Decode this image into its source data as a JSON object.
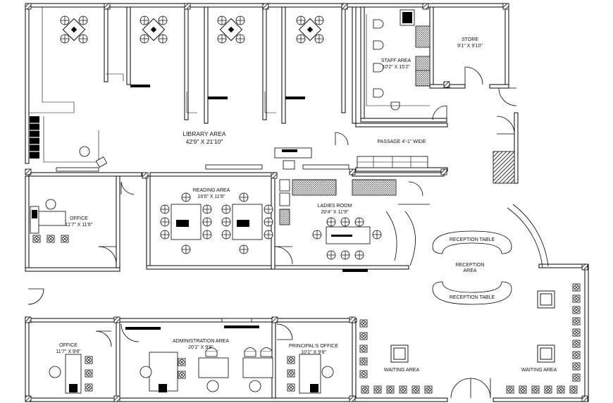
{
  "rooms": {
    "library": {
      "name": "LIBRARY AREA",
      "dims": "42'9\" X 21'10\""
    },
    "store": {
      "name": "STORE",
      "dims": "9'1\" X 9'10\""
    },
    "staff": {
      "name": "STAFF AREA",
      "dims": "10'2\" X 15'2\""
    },
    "passage": {
      "name": "PASSAGE 4'-1\" WIDE"
    },
    "reading": {
      "name": "READING AREA",
      "dims": "16'0\" X 11'6\""
    },
    "ladies": {
      "name": "LADIES ROOM",
      "dims": "20'4\" X 11'9\""
    },
    "office_top": {
      "name": "OFFICE",
      "dims": "11'7\" X 11'6\""
    },
    "office_bottom": {
      "name": "OFFICE",
      "dims": "11'7\" X 9'8\""
    },
    "admin": {
      "name": "ADMINISTRATION AREA",
      "dims": "20'1\" X 9'8\""
    },
    "principal": {
      "name": "PRINCIPAL'S OFFICE",
      "dims": "10'1\" X 9'8\""
    },
    "reception": {
      "name": "RECEPTION",
      "name2": "AREA",
      "table": "RECEPTION TABLE"
    },
    "waiting": {
      "name": "WAITING AREA"
    }
  }
}
